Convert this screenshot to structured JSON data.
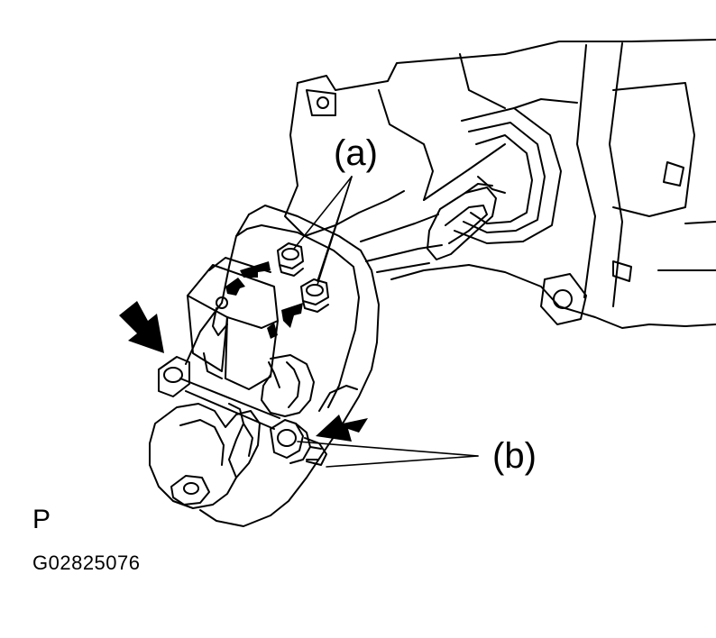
{
  "labels": {
    "a": "(a)",
    "b": "(b)"
  },
  "view_letter": "P",
  "figure_code": "G02825076",
  "colors": {
    "ink": "#000000",
    "paper": "#ffffff"
  }
}
